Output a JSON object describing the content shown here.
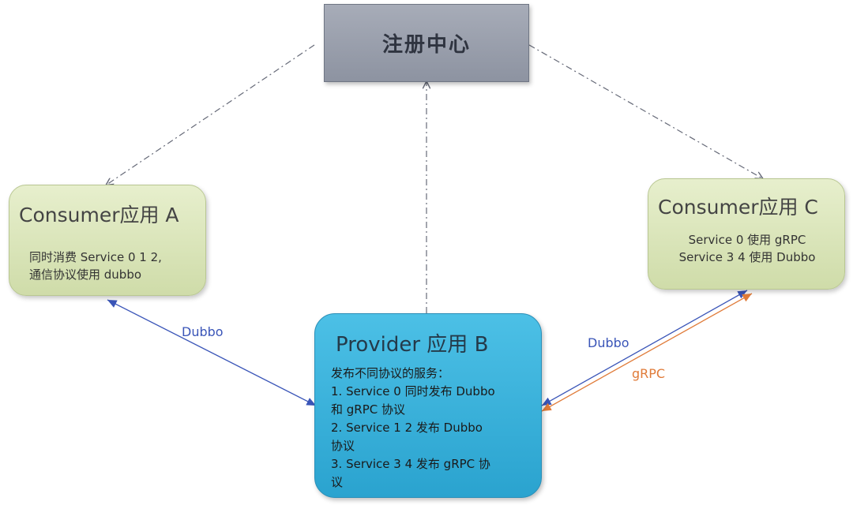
{
  "registry": {
    "label": "注册中心"
  },
  "consumer_a": {
    "title": "Consumer应用 A",
    "lines": [
      "同时消费 Service 0 1 2,",
      "通信协议使用 dubbo"
    ]
  },
  "consumer_c": {
    "title": "Consumer应用 C",
    "lines": [
      "Service 0 使用 gRPC",
      "Service 3 4 使用 Dubbo"
    ]
  },
  "provider_b": {
    "title": "Provider 应用 B",
    "lines": [
      "发布不同协议的服务：",
      "1. Service 0 同时发布 Dubbo",
      "和 gRPC 协议",
      "2. Service 1 2 发布 Dubbo",
      "协议",
      "3. Service 3 4 发布 gRPC 协",
      "议"
    ]
  },
  "links": {
    "a_to_b": "Dubbo",
    "b_to_c_dubbo": "Dubbo",
    "b_to_c_grpc": "gRPC"
  },
  "colors": {
    "dubbo_link": "#3a55b8",
    "grpc_link": "#e07b39",
    "registry_link": "#666a78",
    "provider_fill": "#2aa3cf",
    "consumer_fill": "#dfe8bf",
    "registry_fill": "#9aa0ad"
  }
}
